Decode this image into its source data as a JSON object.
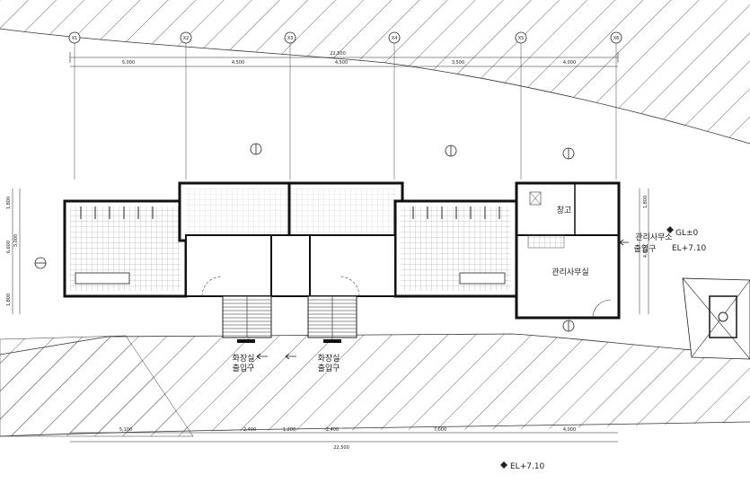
{
  "grid_labels": [
    "X1",
    "X2",
    "X3",
    "X4",
    "X5",
    "X6"
  ],
  "dimensions": {
    "top_total": "22,500",
    "top_segments": [
      "5,000",
      "4,500",
      "4,500",
      "3,500",
      "4,000"
    ],
    "bottom_total": "22,500",
    "bottom_segments": [
      "5,100",
      "2,400",
      "1,200",
      "2,400",
      "7,000",
      "4,000"
    ],
    "left_segments": [
      "1,800",
      "3,000",
      "1,800"
    ],
    "left_total": "6,600",
    "right_segments": [
      "1,800",
      "4,800"
    ]
  },
  "rooms": {
    "storage": "창고",
    "office": "관리사무실",
    "office_entrance_line1": "관리사무소",
    "office_entrance_line2": "출입구",
    "restroom_entrance_a_line1": "화장실",
    "restroom_entrance_a_line2": "출입구",
    "restroom_entrance_b_line1": "화장실",
    "restroom_entrance_b_line2": "출입구"
  },
  "levels": {
    "ground": "GL±0",
    "entrance_elevation": "EL+7.10",
    "site_elevation": "EL+7.10"
  },
  "colors": {
    "line": "#222222",
    "wall": "#1a1a1a",
    "hatch": "#6a6a6a",
    "background": "#ffffff"
  }
}
